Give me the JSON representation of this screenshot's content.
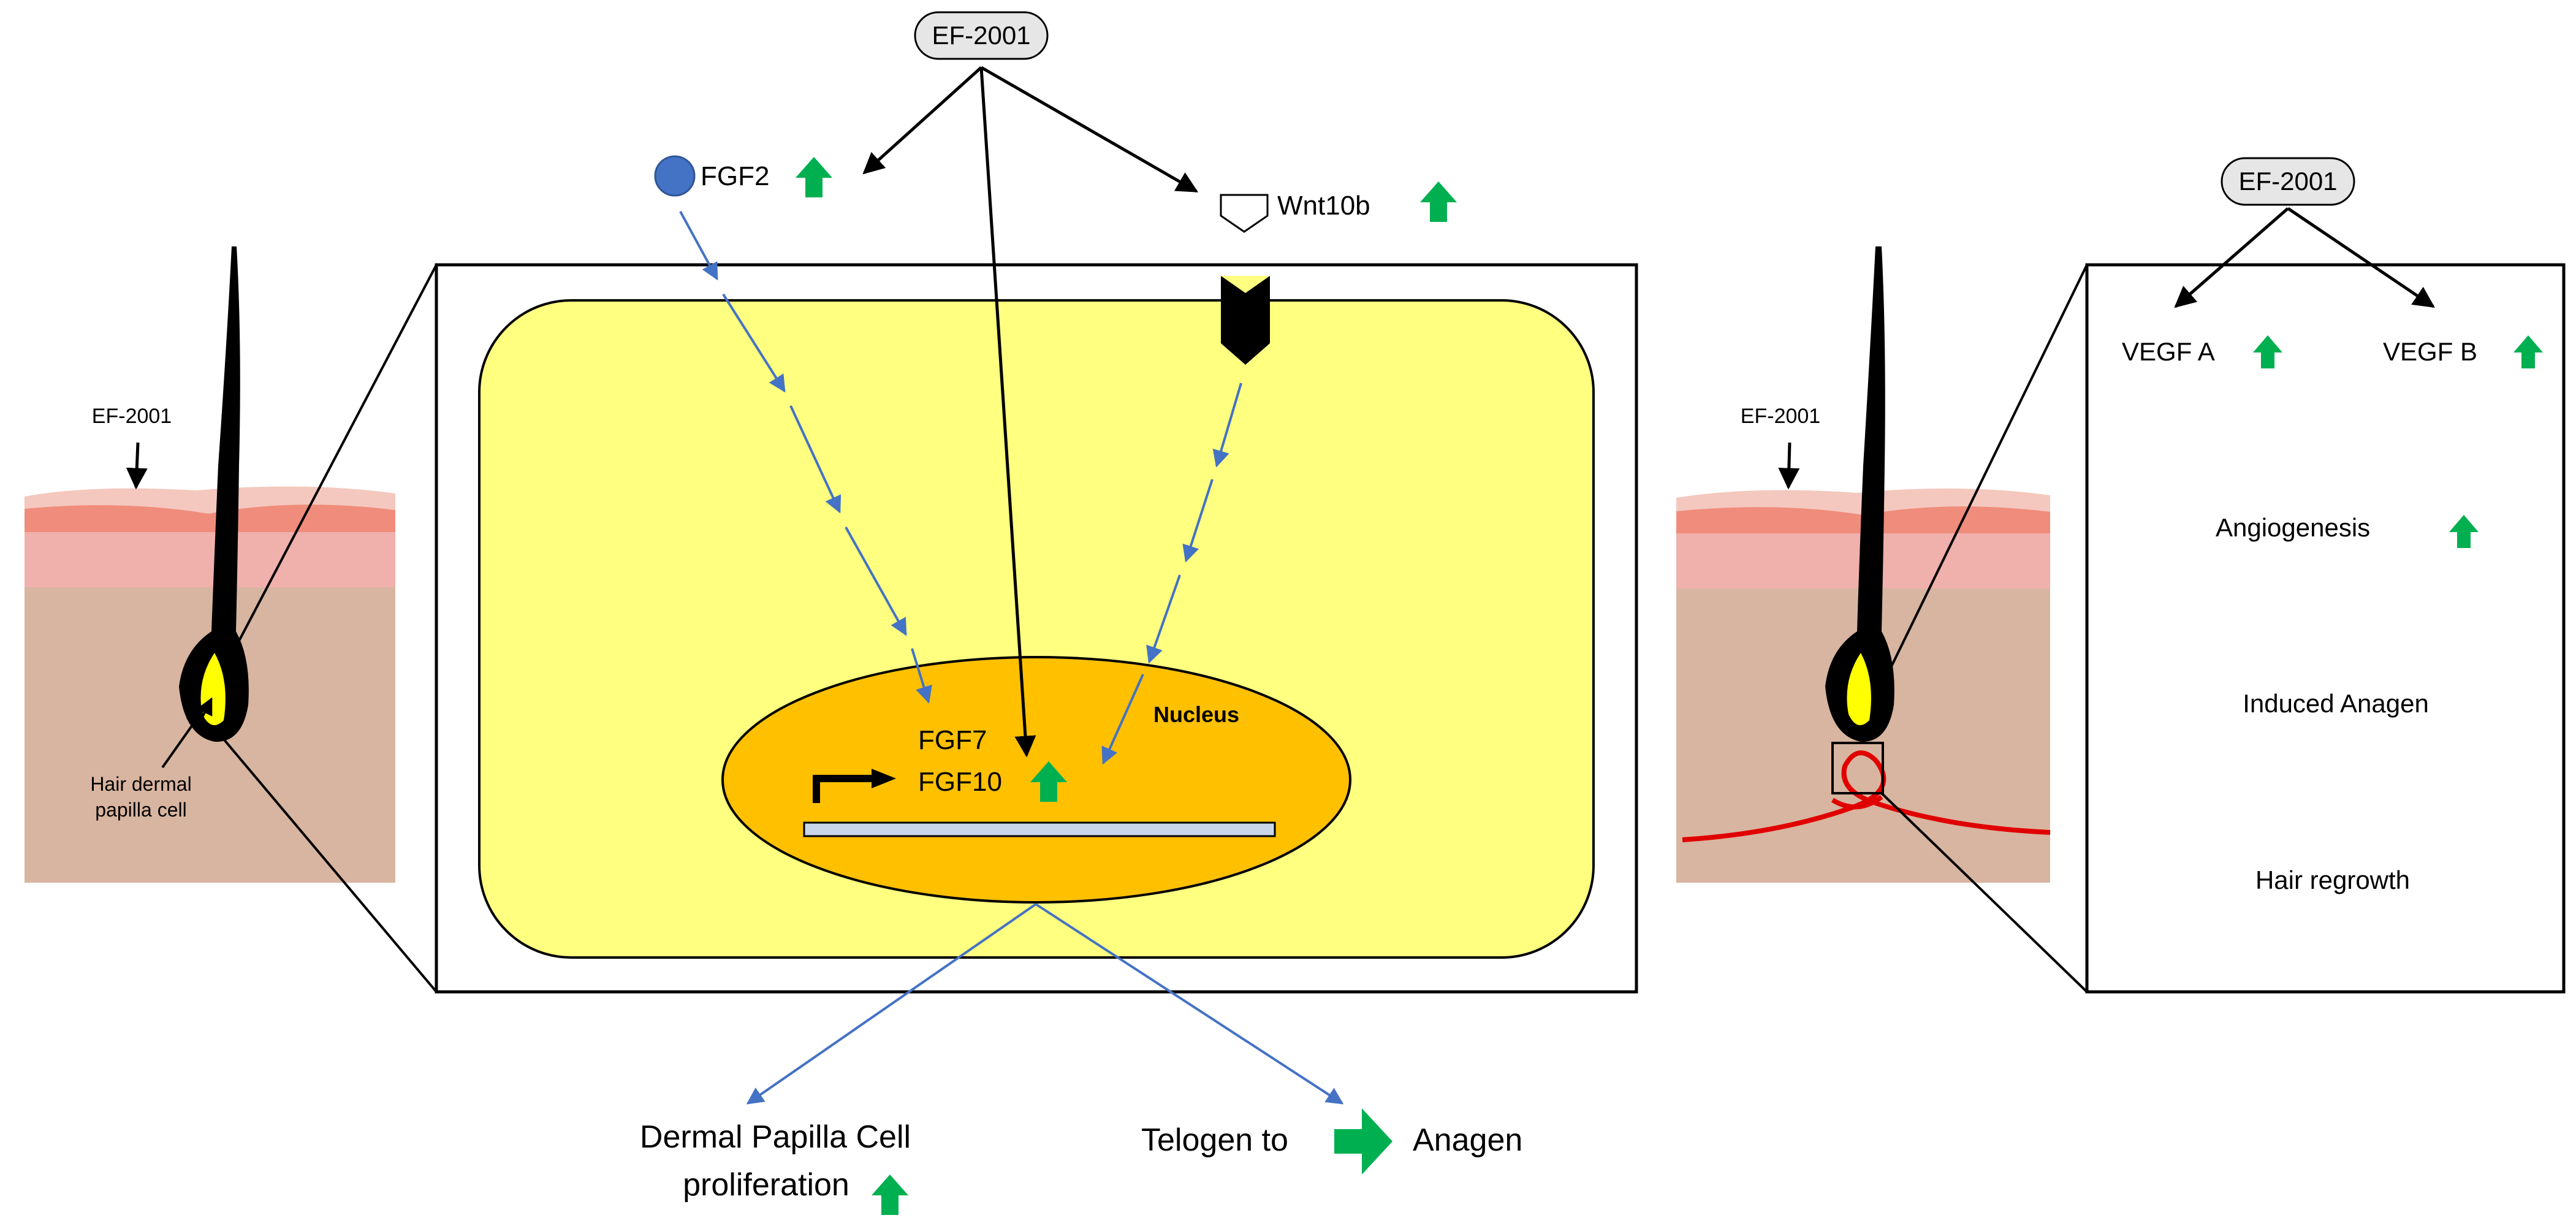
{
  "labels": {
    "ef2001_top": "EF-2001",
    "fgf2": "FGF2",
    "wnt10b": "Wnt10b",
    "nucleus": "Nucleus",
    "fgf7": "FGF7",
    "fgf10": "FGF10",
    "dpc_line1": "Dermal Papilla Cell",
    "dpc_line2": "proliferation",
    "telogen": "Telogen to",
    "anagen": "Anagen",
    "ef2001_left": "EF-2001",
    "hdpc_line1": "Hair dermal",
    "hdpc_line2": "papilla cell",
    "ef2001_right_skin": "EF-2001",
    "ef2001_right_box": "EF-2001",
    "vegf_a": "VEGF A",
    "vegf_b": "VEGF B",
    "angiogenesis": "Angiogenesis",
    "induced_anagen": "Induced Anagen",
    "hair_regrowth": "Hair regrowth"
  },
  "colors": {
    "up_arrow": "#00b050",
    "cell": "#ffff80",
    "nucleus": "#ffc000",
    "ligand": "#4472c4",
    "signal_line": "#4472c4",
    "skin_top": "#f4c8be",
    "skin_epidermis": "#f08c7c",
    "skin_dermis": "#f0b0ac",
    "skin_hypodermis": "#d8b5a0",
    "vessel": "#e00000",
    "pill": "#e6e6e6"
  },
  "icons": {
    "up_arrow": "green-up-arrow-icon",
    "right_arrow": "green-right-arrow-icon",
    "fgf2_ligand": "blue-circle-icon",
    "wnt10b_ligand": "pentagon-ligand-icon",
    "receptor": "black-receptor-icon",
    "promoter": "promoter-arrow-icon"
  }
}
